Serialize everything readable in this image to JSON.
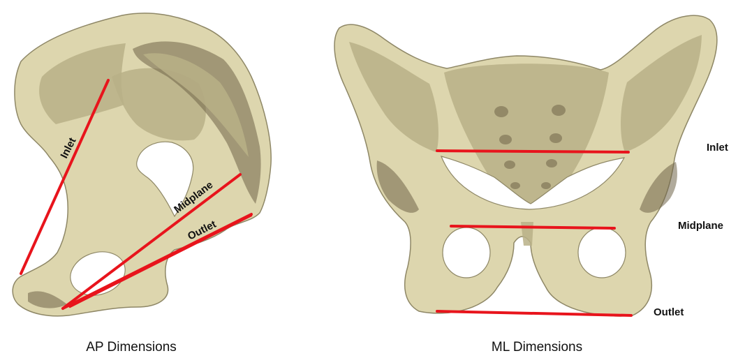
{
  "panels": {
    "ap": {
      "caption": "AP Dimensions",
      "labels": {
        "inlet": "Inlet",
        "midplane": "Midplane",
        "outlet": "Outlet"
      }
    },
    "ml": {
      "caption": "ML Dimensions",
      "labels": {
        "inlet": "Inlet",
        "midplane": "Midplane",
        "outlet": "Outlet"
      }
    }
  },
  "colors": {
    "bone": "#ddd6ae",
    "measurement_line": "#e8141c"
  }
}
